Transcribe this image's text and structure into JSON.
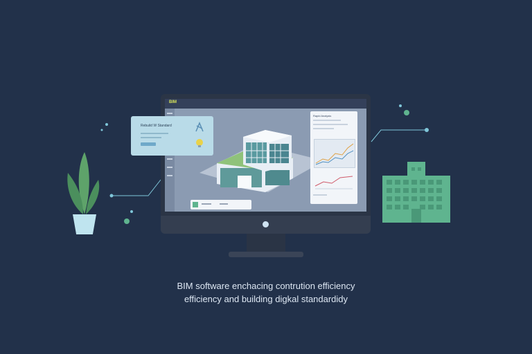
{
  "app": {
    "logo": "BIM",
    "menu": [
      "",
      "",
      "",
      "",
      "",
      ""
    ]
  },
  "card": {
    "title": "Rebuild W Standard"
  },
  "panel": {
    "title": "Rapid Analysis"
  },
  "caption": {
    "line1": "BIM software enchacing contrution efficiency",
    "line2": "efficiency and building digkal standardidy"
  },
  "colors": {
    "background": "#22314a",
    "accent_green": "#5fb48f",
    "screen": "#8b9bb2",
    "card": "#b9dbe8"
  }
}
